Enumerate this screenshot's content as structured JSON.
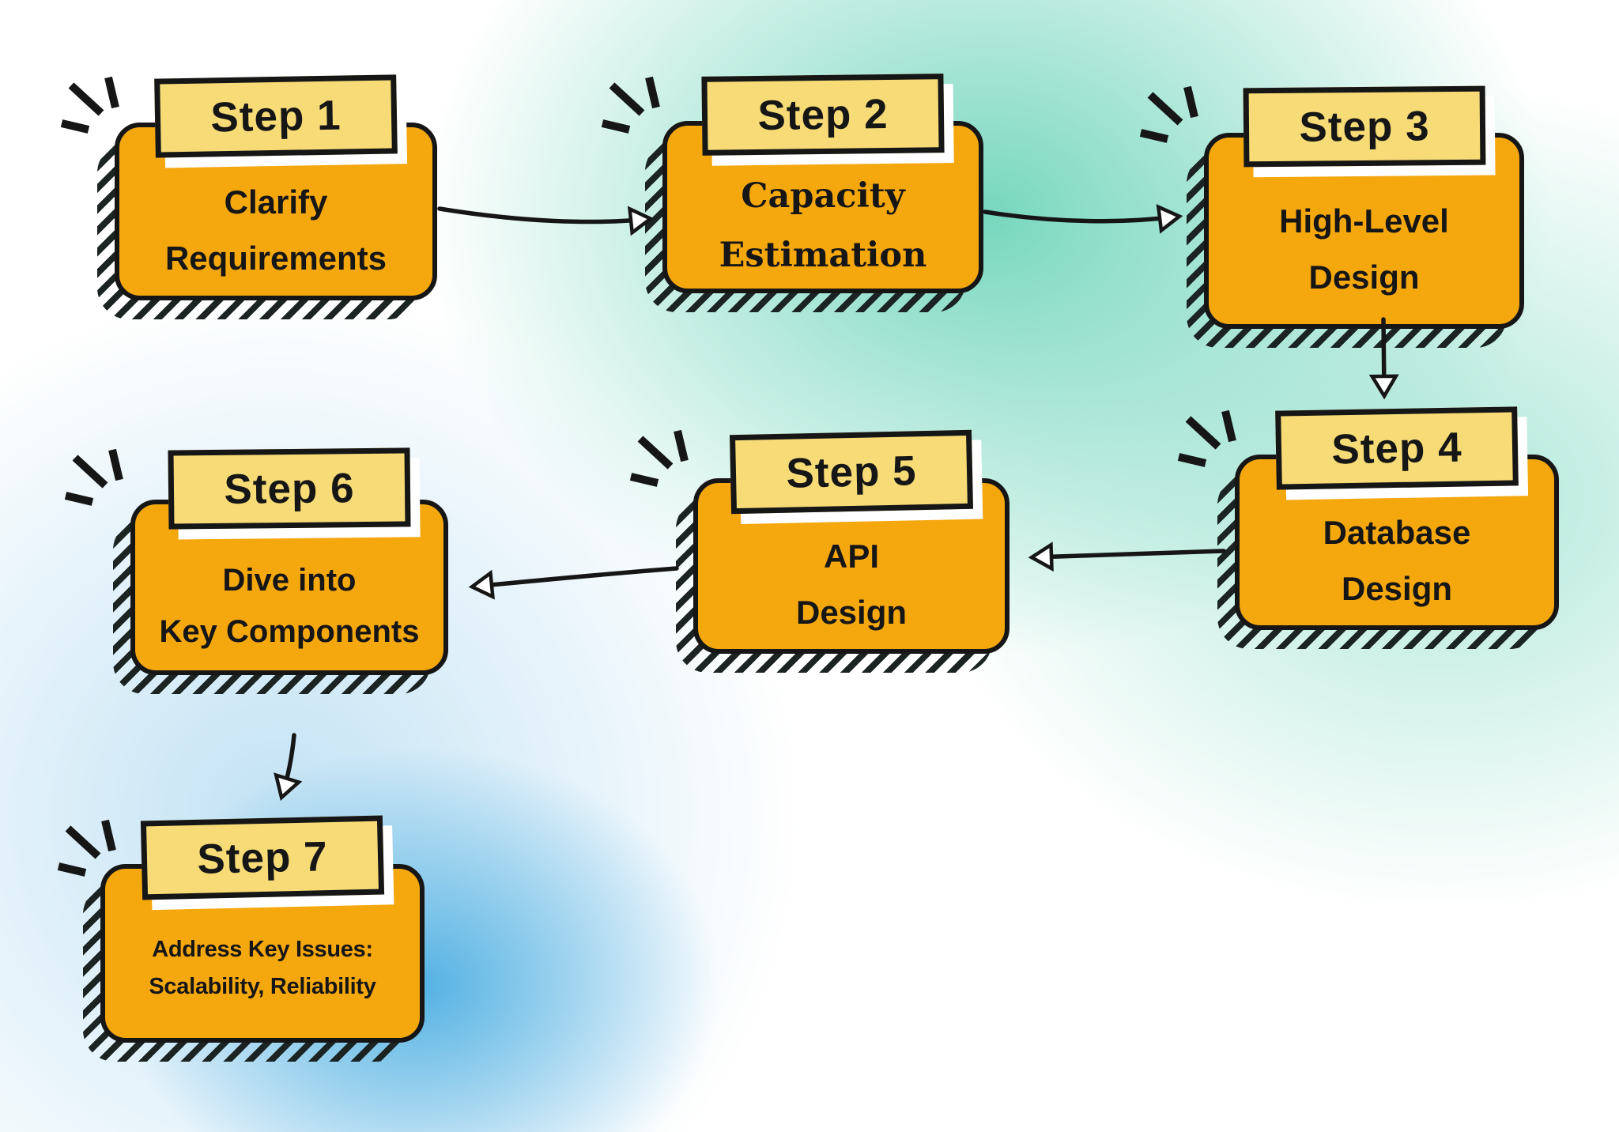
{
  "palette": {
    "box_fill": "#F5A70E",
    "badge_fill": "#F6DB76",
    "ink": "#161616",
    "arrowhead_fill": "#FFFFFF",
    "background_teal": "#6FD5BA",
    "background_blue": "#4DAFE2",
    "background_base": "#FFFFFF"
  },
  "steps": [
    {
      "badge": "Step 1",
      "lines": [
        "Clarify",
        "Requirements"
      ]
    },
    {
      "badge": "Step 2",
      "lines": [
        "Capacity",
        "Estimation"
      ]
    },
    {
      "badge": "Step 3",
      "lines": [
        "High-Level",
        "Design"
      ]
    },
    {
      "badge": "Step 4",
      "lines": [
        "Database",
        "Design"
      ]
    },
    {
      "badge": "Step 5",
      "lines": [
        "API",
        "Design"
      ]
    },
    {
      "badge": "Step 6",
      "lines": [
        "Dive into",
        "Key Components"
      ]
    },
    {
      "badge": "Step 7",
      "lines": [
        "Address Key Issues:",
        "Scalability, Reliability"
      ]
    }
  ],
  "connections": [
    {
      "from": "Step 1",
      "to": "Step 2"
    },
    {
      "from": "Step 2",
      "to": "Step 3"
    },
    {
      "from": "Step 3",
      "to": "Step 4"
    },
    {
      "from": "Step 4",
      "to": "Step 5"
    },
    {
      "from": "Step 5",
      "to": "Step 6"
    },
    {
      "from": "Step 6",
      "to": "Step 7"
    }
  ]
}
